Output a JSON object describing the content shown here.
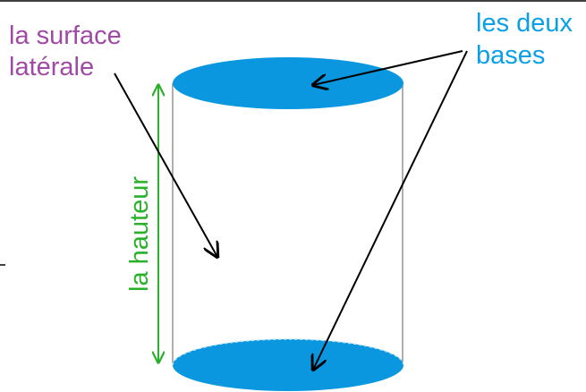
{
  "labels": {
    "lateral_line1": "la surface",
    "lateral_line2": "latérale",
    "bases_line1": "les deux",
    "bases_line2": "bases",
    "height": "la hauteur"
  },
  "colors": {
    "lateral_label": "#a04aa6",
    "bases_label": "#0aa0e6",
    "base_fill": "#0a97df",
    "height_arrow": "#2ab02a",
    "outline": "#7a7a7a",
    "pointer_arrows": "#000000"
  }
}
